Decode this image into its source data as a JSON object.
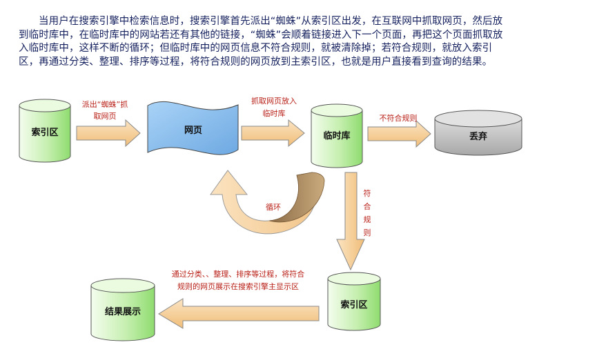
{
  "intro_text": "当用户在搜索引擎中检索信息时，搜索引擎首先派出“蜘蛛”从索引区出发，在互联网中抓取网页，然后放到临时库中，在临时库中的网站若还有其他的链接，“蜘蛛”会顺着链接进入下一个页面，再把这个页面抓取放入临时库中，这样不断的循环；但临时库中的网页信息不符合规则，就被清除掉；若符合规则，就放入索引区，再通过分类、整理、排序等过程，将符合规则的网页放到主索引区，也就是用户直接看到查询的结果。",
  "nodes": {
    "index_top": "索引区",
    "webpage": "网页",
    "temp_db": "临时库",
    "discard": "丢弃",
    "index_bottom": "索引区",
    "results": "结果展示"
  },
  "edges": {
    "send_spider_line1": "派出“蜘蛛”抓",
    "send_spider_line2": "取网页",
    "fetch_line1": "抓取网页放入",
    "fetch_line2": "临时库",
    "reject": "不符合规则",
    "accept_chars": [
      "符",
      "合",
      "规",
      "则"
    ],
    "loop": "循环",
    "process_line1": "通过分类、、整理、排序等过程，将符合",
    "process_line2": "规则的网页展示在搜索引擎主显示区"
  },
  "colors": {
    "cylinder_green_light": "#eefce4",
    "cylinder_green_dark": "#8fdc6f",
    "cylinder_gray": "#b9b9b9",
    "webpage_blue": "#8ec2f0",
    "arrow_fill": "#f6cf9a",
    "loop_brown": "#b89a6e",
    "label_red": "#b81e16",
    "intro_text": "#15215e"
  }
}
